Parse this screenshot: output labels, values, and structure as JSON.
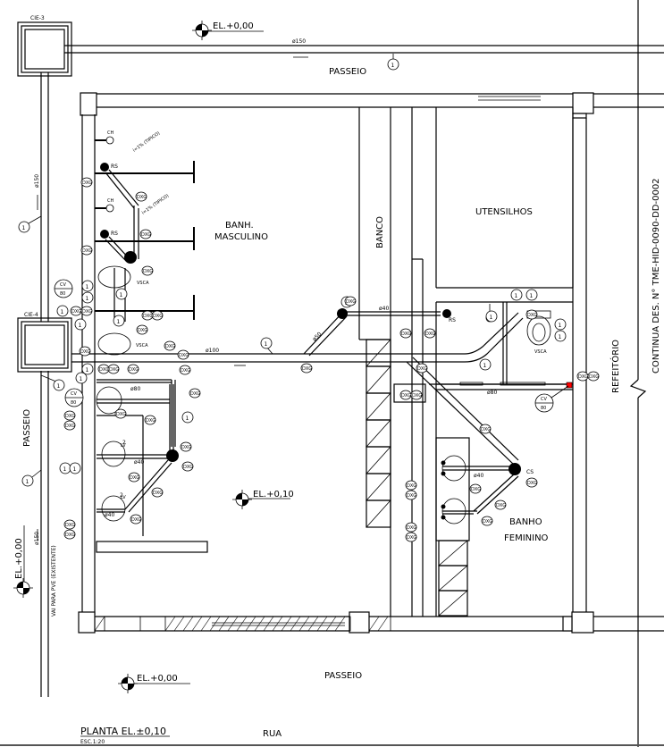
{
  "drawing": {
    "title": "PLANTA EL.±0,10",
    "scale": "ESC.1:20",
    "continuation_note": "CONTINUA DES. N° TME-HID-0090-DD-0002",
    "street": "RUA"
  },
  "inspection_boxes": [
    {
      "id": "CIE-3"
    },
    {
      "id": "CIE-4"
    }
  ],
  "rooms": {
    "banh_masculino_1": "BANH.",
    "banh_masculino_2": "MASCULINO",
    "utensilios": "UTENSILHOS",
    "banco": "BANCO",
    "banho_feminino_1": "BANHO",
    "banho_feminino_2": "FEMININO",
    "refeitorio": "REFEITÓRIO"
  },
  "sidewalks": {
    "top": "PASSEIO",
    "left": "PASSEIO",
    "bottom": "PASSEIO"
  },
  "elevations": {
    "top": "EL.+0,00",
    "left": "EL.+0,00",
    "bottom": "EL.+0,00",
    "interior": "EL.+0,10"
  },
  "pipes": {
    "d150": "ø150",
    "d100": "ø100",
    "d80": "ø80",
    "d50": "ø50",
    "d40": "ø40",
    "existing_note": "VAI PARA PVE (EXISTENTE)"
  },
  "fixtures": {
    "ch": "CH",
    "rs": "RS",
    "vsca": "VSCA",
    "cs": "CS",
    "lv": "LV",
    "cv": "CV",
    "cv_size": "80"
  },
  "callouts": {
    "one": "1",
    "two": "2",
    "dxg": "DXG",
    "slope": "i=1% (TIPICO)"
  },
  "colors": {
    "line": "#000000",
    "background": "#ffffff",
    "highlight": "#ff0000"
  }
}
